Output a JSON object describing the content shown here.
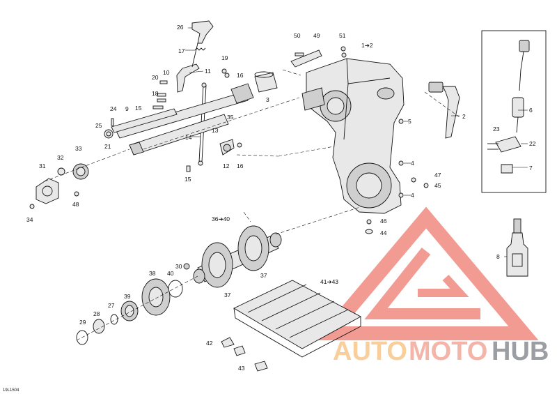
{
  "diagram": {
    "code": "19L1504",
    "callouts": [
      "1➔2",
      "2",
      "3",
      "4",
      "4",
      "5",
      "6",
      "7",
      "8",
      "9",
      "10",
      "11",
      "12",
      "13",
      "14",
      "15",
      "15",
      "16",
      "16",
      "17",
      "18",
      "19",
      "20",
      "21",
      "22",
      "23",
      "24",
      "25",
      "26",
      "27",
      "28",
      "29",
      "30",
      "31",
      "32",
      "33",
      "34",
      "35",
      "36➔40",
      "37",
      "37",
      "38",
      "39",
      "40",
      "41➔43",
      "42",
      "43",
      "44",
      "45",
      "46",
      "47",
      "48",
      "49",
      "50",
      "51"
    ]
  },
  "watermark": {
    "text_a": "AUTO",
    "text_b": "MOTO",
    "text_c": "HUB",
    "color_a": "#f7c68a",
    "color_b": "#f4a79a",
    "color_c": "#8a8f95",
    "logo_color": "#f08a80"
  }
}
